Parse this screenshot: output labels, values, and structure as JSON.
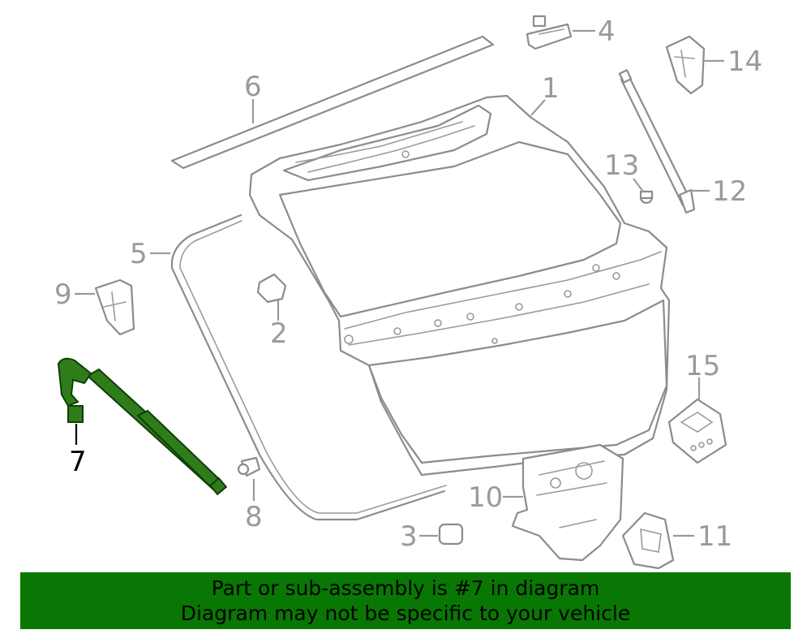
{
  "diagram": {
    "callouts": [
      {
        "id": "1",
        "label": "1"
      },
      {
        "id": "2",
        "label": "2"
      },
      {
        "id": "3",
        "label": "3"
      },
      {
        "id": "4",
        "label": "4"
      },
      {
        "id": "5",
        "label": "5"
      },
      {
        "id": "6",
        "label": "6"
      },
      {
        "id": "7",
        "label": "7"
      },
      {
        "id": "8",
        "label": "8"
      },
      {
        "id": "9",
        "label": "9"
      },
      {
        "id": "10",
        "label": "10"
      },
      {
        "id": "11",
        "label": "11"
      },
      {
        "id": "12",
        "label": "12"
      },
      {
        "id": "13",
        "label": "13"
      },
      {
        "id": "14",
        "label": "14"
      },
      {
        "id": "15",
        "label": "15"
      }
    ],
    "highlighted_part": "7",
    "colors": {
      "highlight_part": "#2e7d1a",
      "line": "#8c8c8c",
      "banner": "#097703"
    }
  },
  "banner": {
    "line1": "Part or sub-assembly is #7 in diagram",
    "line2": "Diagram may not be specific to your vehicle"
  }
}
